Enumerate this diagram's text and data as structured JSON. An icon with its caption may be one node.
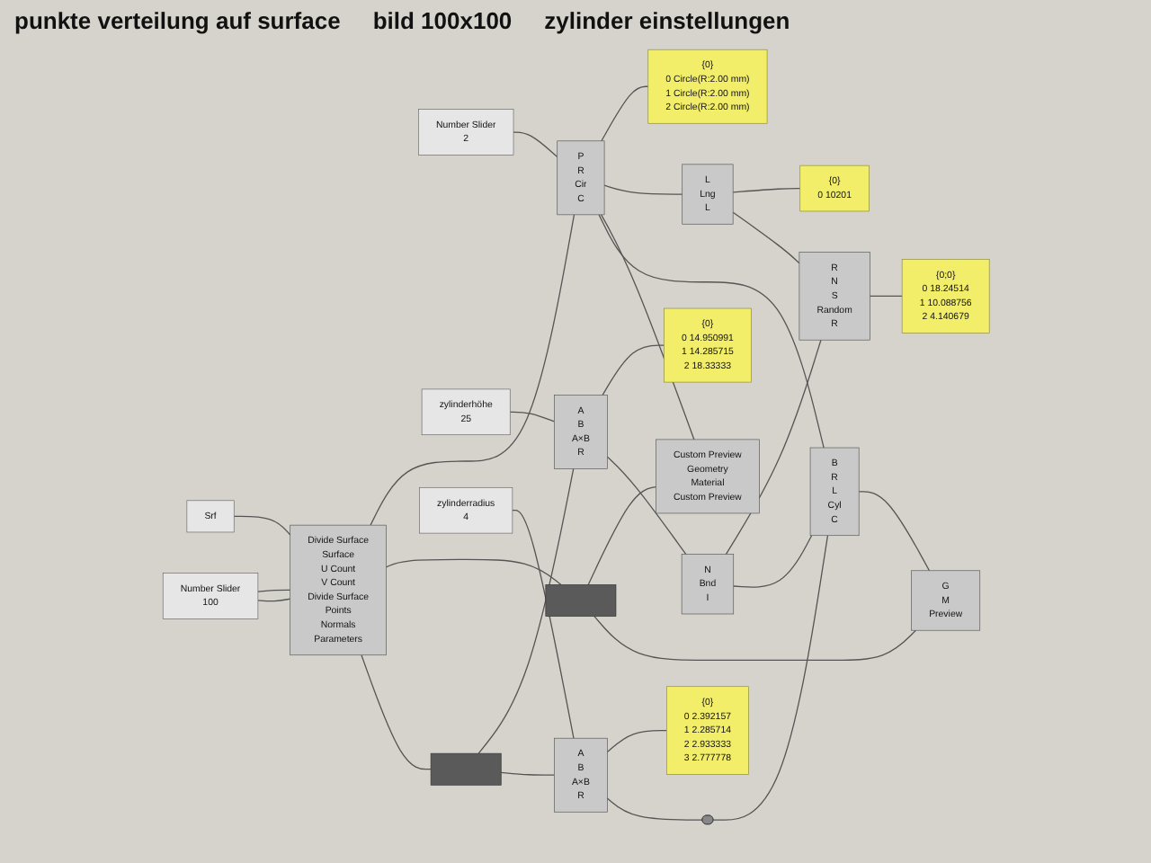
{
  "diagram": {
    "nodes": [
      {
        "text": [
          "Srf"
        ]
      },
      {
        "text": [
          "Number Slider",
          "100"
        ]
      },
      {
        "text": [
          "Divide Surface",
          "Surface",
          "U Count",
          "V Count",
          "Divide Surface",
          "Points",
          "Normals",
          "Parameters"
        ]
      },
      {
        "text": [
          "Number Slider",
          "2"
        ]
      },
      {
        "text": [
          "P",
          "R",
          "Cir",
          "C"
        ]
      },
      {
        "text": [
          "{0}",
          "0 Circle(R:2.00 mm)",
          "1 Circle(R:2.00 mm)",
          "2 Circle(R:2.00 mm)"
        ]
      },
      {
        "text": [
          "L",
          "Lng",
          "L"
        ]
      },
      {
        "text": [
          "{0}",
          "0 10201"
        ]
      },
      {
        "text": [],
        "shape": "box"
      },
      {
        "text": [
          "Custom Preview",
          "Geometry",
          "Material",
          "Custom Preview"
        ]
      },
      {
        "text": [
          "B",
          "R",
          "L",
          "Cyl",
          "C"
        ]
      },
      {
        "text": [
          "G",
          "M",
          "Preview"
        ]
      },
      {
        "text": [
          "R",
          "N",
          "S",
          "Random",
          "R"
        ]
      },
      {
        "text": [
          "{0;0}",
          "0 18.24514",
          "1 10.088756",
          "2 4.140679"
        ]
      },
      {
        "text": [],
        "shape": "box"
      },
      {
        "text": [
          "zylinderhöhe",
          "25"
        ]
      },
      {
        "text": [
          "A",
          "B",
          "A×B",
          "R"
        ]
      },
      {
        "text": [
          "{0}",
          "0 14.950991",
          "1 14.285715",
          "2 18.33333"
        ]
      },
      {
        "text": [
          "N",
          "Bnd",
          "I"
        ]
      },
      {
        "text": [
          "zylinderradius",
          "4"
        ]
      },
      {
        "text": [
          "A",
          "B",
          "A×B",
          "R"
        ]
      },
      {
        "text": [
          "{0}",
          "0 2.392157",
          "1 2.285714",
          "2 2.933333",
          "3 2.777778"
        ]
      },
      {
        "text": [],
        "shape": "capsule"
      }
    ],
    "edges": [
      {
        "from": 0,
        "to": 2,
        "arrow": "none"
      },
      {
        "from": 1,
        "to": 2,
        "arrow": "none"
      },
      {
        "from": 1,
        "to": 2,
        "arrow": "none"
      },
      {
        "from": 2,
        "to": 4,
        "arrow": "none"
      },
      {
        "from": 3,
        "to": 4,
        "arrow": "none"
      },
      {
        "from": 2,
        "to": 8,
        "arrow": "none"
      },
      {
        "from": 2,
        "to": 14,
        "arrow": "none"
      },
      {
        "from": 4,
        "to": 5,
        "arrow": "none"
      },
      {
        "from": 4,
        "to": 6,
        "arrow": "none"
      },
      {
        "from": 6,
        "to": 7,
        "arrow": "none"
      },
      {
        "from": 4,
        "to": 9,
        "arrow": "none"
      },
      {
        "from": 8,
        "to": 9,
        "arrow": "none"
      },
      {
        "from": 8,
        "to": 11,
        "arrow": "none"
      },
      {
        "from": 4,
        "to": 10,
        "arrow": "none"
      },
      {
        "from": 10,
        "to": 11,
        "arrow": "none"
      },
      {
        "from": 6,
        "to": 12,
        "arrow": "none"
      },
      {
        "from": 18,
        "to": 12,
        "arrow": "none"
      },
      {
        "from": 12,
        "to": 13,
        "arrow": "none"
      },
      {
        "from": 14,
        "to": 16,
        "arrow": "none"
      },
      {
        "from": 15,
        "to": 16,
        "arrow": "none"
      },
      {
        "from": 14,
        "to": 20,
        "arrow": "none"
      },
      {
        "from": 19,
        "to": 20,
        "arrow": "none"
      },
      {
        "from": 16,
        "to": 17,
        "arrow": "none"
      },
      {
        "from": 16,
        "to": 18,
        "arrow": "none"
      },
      {
        "from": 18,
        "to": 10,
        "arrow": "none"
      },
      {
        "from": 20,
        "to": 21,
        "arrow": "none"
      },
      {
        "from": 20,
        "to": 22,
        "arrow": "none"
      },
      {
        "from": 22,
        "to": 10,
        "arrow": "none"
      }
    ],
    "labels": [
      "punkte verteilung auf surface",
      "bild 100x100",
      "zylinder einstellungen"
    ]
  }
}
